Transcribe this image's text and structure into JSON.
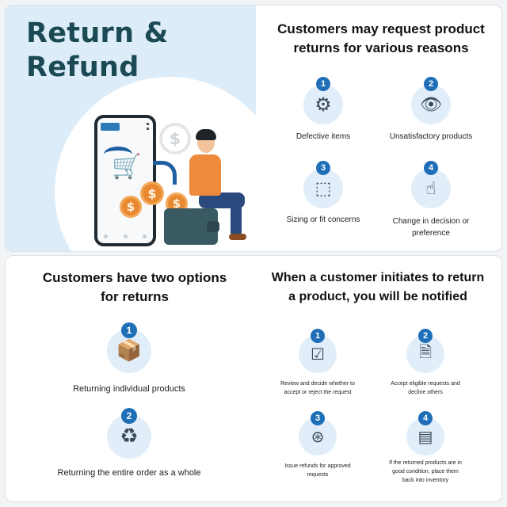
{
  "hero": {
    "title_line1": "Return &",
    "title_line2": "Refund"
  },
  "phone": {
    "currency_symbol": "$"
  },
  "reasons": {
    "title_line1": "Customers may request product",
    "title_line2": "returns for various reasons",
    "items": [
      {
        "number": "1",
        "label": "Defective items",
        "icon": "gear-warning-icon"
      },
      {
        "number": "2",
        "label": "Unsatisfactory products",
        "icon": "eye-refresh-icon"
      },
      {
        "number": "3",
        "label": "Sizing or fit concerns",
        "icon": "box-measure-icon"
      },
      {
        "number": "4",
        "label_line1": "Change in decision or",
        "label_line2": "preference",
        "icon": "hand-tap-icon"
      }
    ]
  },
  "options": {
    "title_line1": "Customers have two options",
    "title_line2": "for returns",
    "items": [
      {
        "number": "1",
        "label": "Returning individual products",
        "icon": "box-return-icon"
      },
      {
        "number": "2",
        "label": "Returning the entire order as a whole",
        "icon": "boxes-cycle-icon"
      }
    ]
  },
  "notified": {
    "title_line1": "When a customer initiates to return",
    "title_line2": "a product, you will be notified",
    "items": [
      {
        "number": "1",
        "label_line1": "Review and decide whether to",
        "label_line2": "accept or reject the request",
        "icon": "check-cross-tap-icon"
      },
      {
        "number": "2",
        "label_line1": "Accept eligible requests and",
        "label_line2": "decline others",
        "icon": "documents-check-icon"
      },
      {
        "number": "3",
        "label_line1": "Issue refunds for approved",
        "label_line2": "requests",
        "icon": "refund-coin-icon"
      },
      {
        "number": "4",
        "label_line1": "If the returned products are in",
        "label_line2": "good condition, place them",
        "label_line3": "back into inventory",
        "icon": "inventory-boxes-icon"
      }
    ]
  },
  "colors": {
    "accent": "#1f6fb8",
    "hero_bg": "#dcecf8",
    "icon_bg": "#e1eefa",
    "title": "#1b4a55",
    "coin": "#e8892f"
  }
}
